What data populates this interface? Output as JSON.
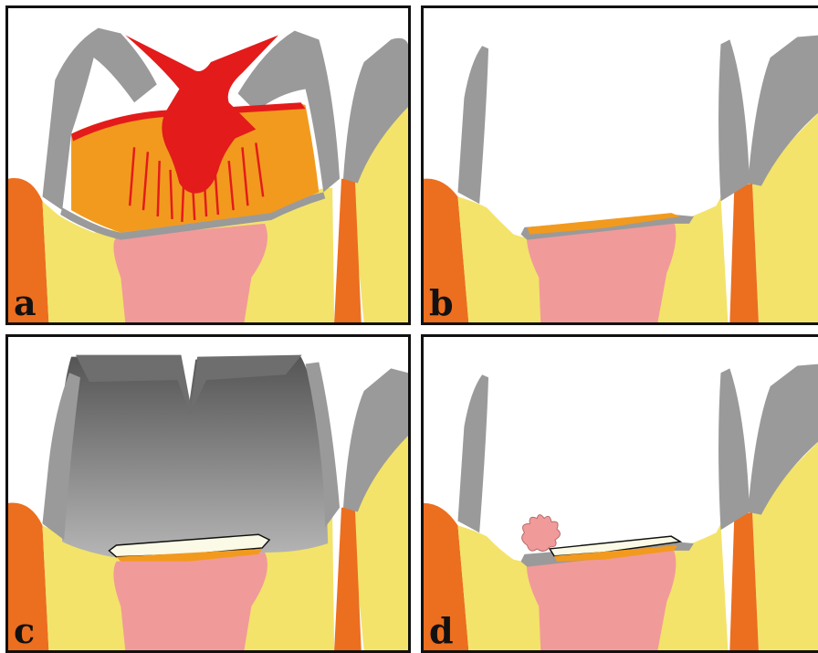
{
  "panels": [
    {
      "id": "a",
      "label": "a"
    },
    {
      "id": "b",
      "label": "b"
    },
    {
      "id": "c",
      "label": "c"
    },
    {
      "id": "d",
      "label": "d"
    }
  ],
  "colors": {
    "enamel": "#9a9a9a",
    "dentin": "#f3e36a",
    "dentin_highlight": "#f7ea75",
    "pulp": "#f19a9a",
    "root_orange": "#ec6e1f",
    "caries_orange": "#f29a1e",
    "caries_red": "#e31b1b",
    "crown_dark": "#555555",
    "crown_light": "#b5b5b5",
    "liner_white": "#fafae6",
    "outline": "#111111"
  }
}
